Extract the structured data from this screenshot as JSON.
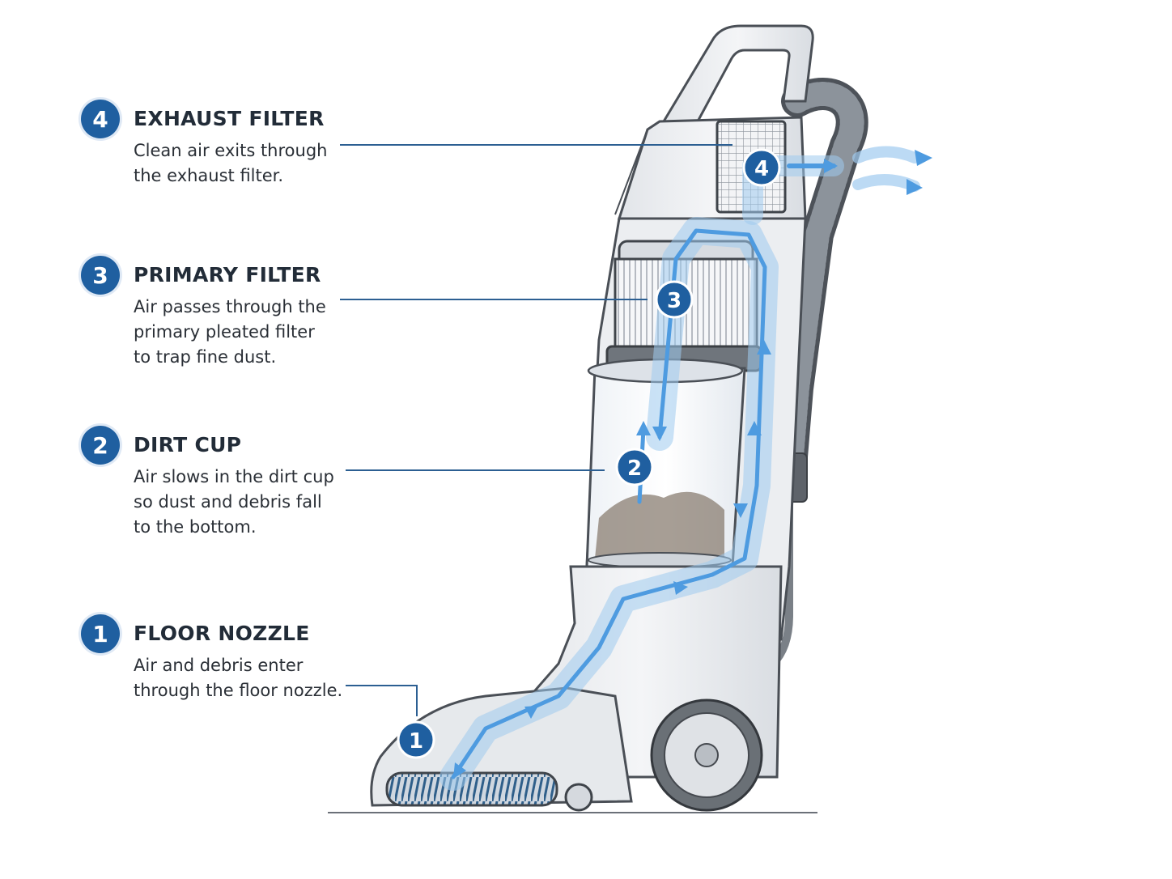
{
  "callouts": [
    {
      "number": "4",
      "title": "EXHAUST FILTER",
      "lines": [
        "Clean air exits through",
        "the exhaust filter."
      ]
    },
    {
      "number": "3",
      "title": "PRIMARY FILTER",
      "lines": [
        "Air passes through the",
        "primary pleated filter",
        "to trap fine dust."
      ]
    },
    {
      "number": "2",
      "title": "DIRT CUP",
      "lines": [
        "Air slows in the dirt cup",
        "so dust and debris fall",
        "to the bottom."
      ]
    },
    {
      "number": "1",
      "title": "FLOOR NOZZLE",
      "lines": [
        "Air and debris enter",
        "through the floor nozzle."
      ]
    }
  ],
  "markers": [
    "4",
    "3",
    "2",
    "1"
  ],
  "colors": {
    "badge": "#1f5fa0",
    "airflow": "#5aa7e6",
    "body": "#e9ebee",
    "outline": "#4a4f56"
  }
}
